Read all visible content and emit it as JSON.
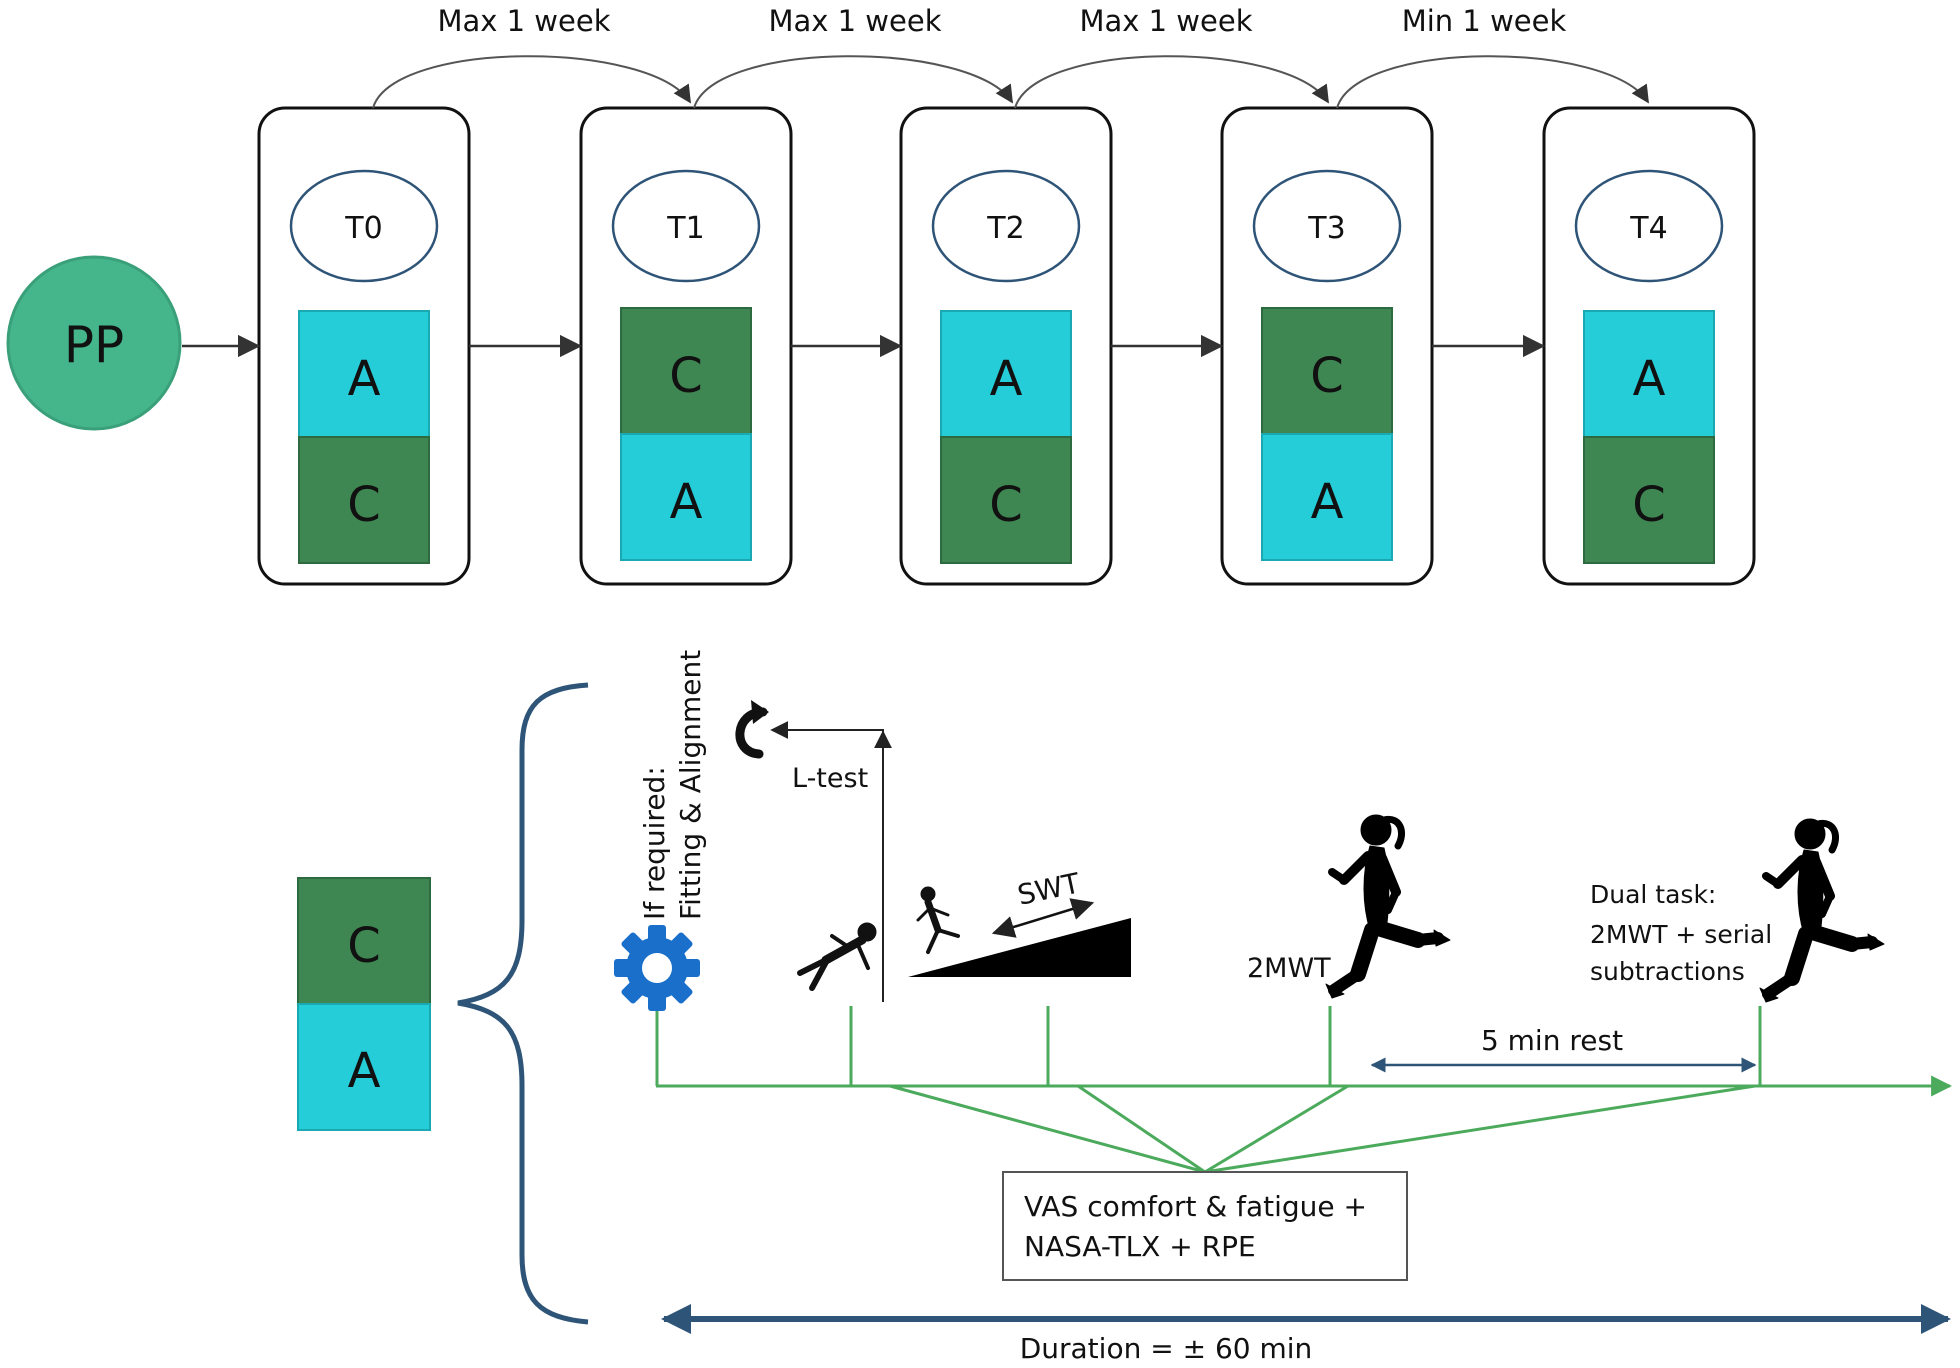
{
  "colors": {
    "pp": "#45b58c",
    "cyan": "#25cdd8",
    "green": "#3f8752",
    "timeline": "#4caa5c",
    "navy": "#2e5478",
    "gear": "#1a6fca"
  },
  "start": {
    "label": "PP"
  },
  "intervals": [
    {
      "label": "Max 1 week"
    },
    {
      "label": "Max 1 week"
    },
    {
      "label": "Max 1 week"
    },
    {
      "label": "Min 1 week"
    }
  ],
  "sessions": [
    {
      "time": "T0",
      "top": "A",
      "bottom": "C"
    },
    {
      "time": "T1",
      "top": "C",
      "bottom": "A"
    },
    {
      "time": "T2",
      "top": "A",
      "bottom": "C"
    },
    {
      "time": "T3",
      "top": "C",
      "bottom": "A"
    },
    {
      "time": "T4",
      "top": "A",
      "bottom": "C"
    }
  ],
  "detail": {
    "block_top": "C",
    "block_bottom": "A",
    "fitting_line1": "If required:",
    "fitting_line2": "Fitting & Alignment",
    "ltest": "L-test",
    "swt": "SWT",
    "mwt": "2MWT",
    "dual_line1": "Dual task:",
    "dual_line2": "2MWT + serial",
    "dual_line3": "subtractions",
    "rest": "5 min rest",
    "measures_line1": "VAS comfort & fatigue +",
    "measures_line2": "NASA-TLX + RPE",
    "duration": "Duration = ± 60 min"
  }
}
